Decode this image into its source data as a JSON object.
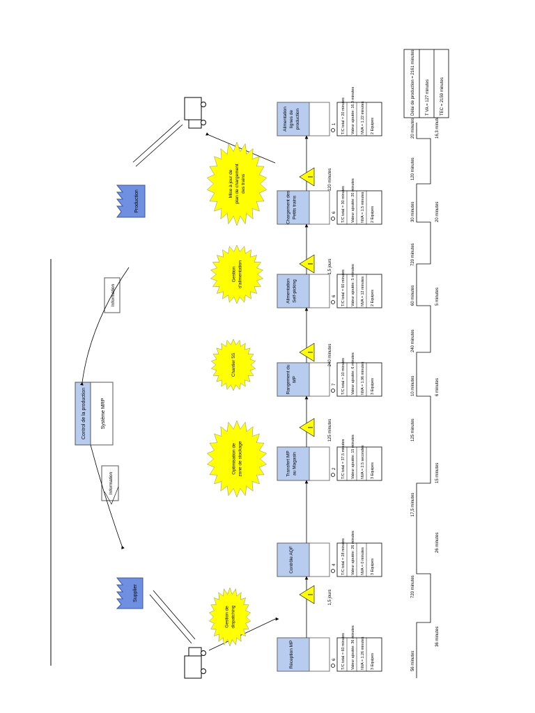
{
  "header": {
    "production_control": "Control de la production",
    "mrp_system": "Système MRP",
    "info_left": "Information",
    "info_right": "Information"
  },
  "factories": {
    "supplier": "Supplier",
    "production": "Production"
  },
  "kaizen": [
    "Gestion de dispatching",
    "Optimisation de zone de stockage",
    "Chantier 5S",
    "Gestion d'alimentation",
    "Mise à jour de plan de chargement des trains"
  ],
  "processes": [
    {
      "name": "Réception MP",
      "operators": "6",
      "data": [
        "T/C total = 60 minutes",
        "Valeur ajoutée: 36 minutes",
        "NVA = 1.26 minutes",
        "3 Equipes"
      ]
    },
    {
      "name": "Contrôle AQF",
      "operators": "4",
      "data": [
        "T/C total = 28 minutes",
        "Valeur ajoutée: 26 minutes",
        "NVA = 0 minutes",
        "3 Equipes"
      ]
    },
    {
      "name": "Transfert MP au Magasin",
      "operators": "2",
      "data": [
        "T/C total = 37.5 minutes",
        "Valeur ajoutée: 15 minutes",
        "NVA = 2.5 secondes",
        "3 Equipes"
      ]
    },
    {
      "name": "Rangement du MP",
      "operators": "7",
      "data": [
        "T/C total = 10 minutes",
        "Valeur ajoutée: 6 minutes",
        "NVA = 1.96 minutes",
        "3 Equipes"
      ]
    },
    {
      "name": "Alimentation Self-picking",
      "operators": "6",
      "data": [
        "T/C total = 60 minutes",
        "Valeur ajoutée: 5 minutes",
        "NVA = 12 minutes",
        "2 Equipes"
      ]
    },
    {
      "name": "Chargement des Petits trains",
      "operators": "6",
      "data": [
        "T/C total = 30 minutes",
        "Valeur ajoutée: 20 minutes",
        "NVA = 1.5 minutes",
        "2 Equipes"
      ]
    },
    {
      "name": "Alimentation lignes de production",
      "operators": "1",
      "data": [
        "T/C total = 20 minutes",
        "Valeur ajoutée: 16.3 minutes",
        "NVA = 1.22 minutes",
        "2 Equipes"
      ]
    }
  ],
  "inventories": [
    "1,5 jours",
    "125 minutes",
    "240 minutes",
    "1,5 jours",
    "120 minutes"
  ],
  "timeline": {
    "top": [
      "56 minutes",
      "720 minutes",
      "17,5 minutes",
      "125 minutes",
      "10 minutes",
      "240 minutes",
      "60 minutes",
      "720 minutes",
      "30 minutes",
      "120 minutes",
      "20 minutes"
    ],
    "bottom": [
      "36 minutes",
      "26 minutes",
      "15 minutes",
      "6 minutes",
      "5 minutes",
      "20 minutes",
      "16,3 minutes"
    ]
  },
  "summary": {
    "lead_time": "Délai de production = 2161 minutes",
    "t_va": "T VA = 127 minutes",
    "tec": "TEC = 2159 minutes"
  },
  "colors": {
    "kaizen": "#ffff00",
    "process_header": "#b8ccf0",
    "factory": "#6f8fe0"
  }
}
